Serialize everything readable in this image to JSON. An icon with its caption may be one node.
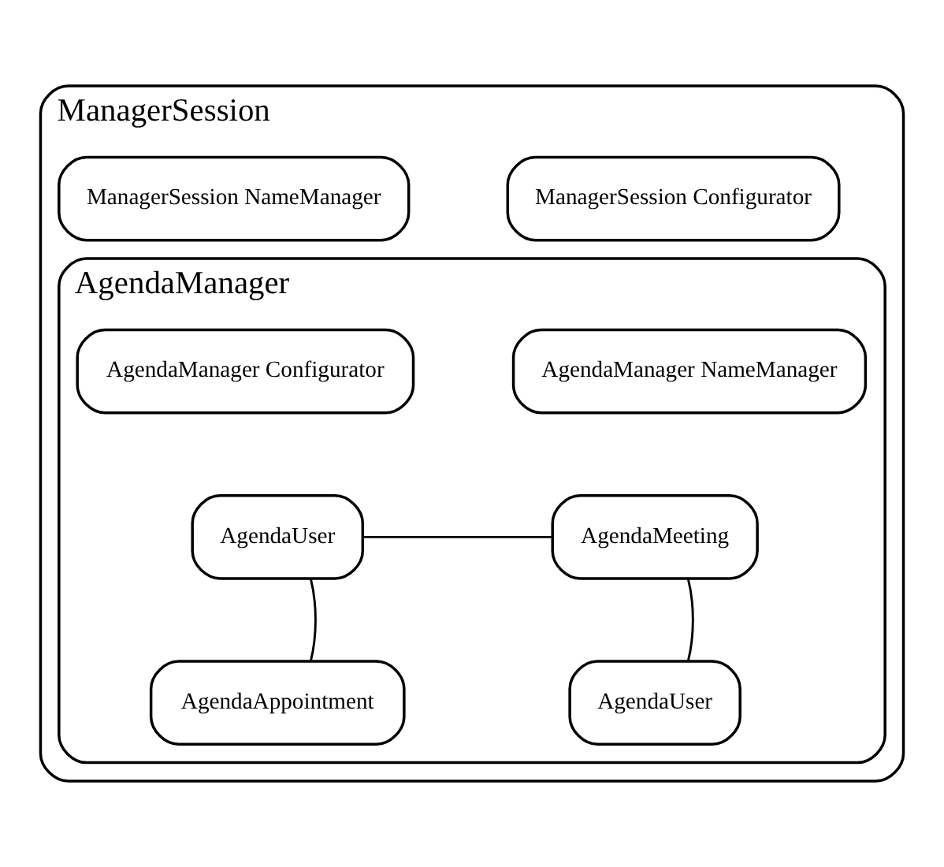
{
  "diagram": {
    "nodes": [
      {
        "text": [
          "ManagerSession"
        ]
      },
      {
        "text": [
          "ManagerSession Configurator"
        ],
        "in": 0
      },
      {
        "text": [
          "ManagerSession NameManager"
        ],
        "in": 0
      },
      {
        "text": [
          "AgendaManager"
        ],
        "in": 0
      },
      {
        "text": [
          "AgendaManager Configurator"
        ],
        "in": 3
      },
      {
        "text": [
          "AgendaManager NameManager"
        ],
        "in": 3
      },
      {
        "text": [
          "AgendaUser"
        ],
        "in": 3
      },
      {
        "text": [
          "AgendaMeeting"
        ],
        "in": 3
      },
      {
        "text": [
          "AgendaAppointment"
        ],
        "in": 3
      },
      {
        "text": [
          "AgendaUser"
        ],
        "in": 3
      }
    ],
    "edges": [
      {
        "from": 6,
        "to": 7,
        "arrow": "none"
      },
      {
        "from": 6,
        "to": 8,
        "arrow": "none"
      },
      {
        "from": 7,
        "to": 9,
        "arrow": "none"
      }
    ]
  }
}
